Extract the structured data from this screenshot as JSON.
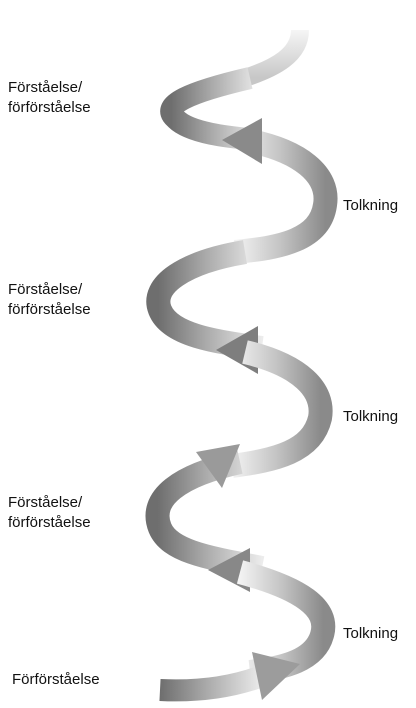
{
  "diagram": {
    "labels": {
      "forstaelse_1_line1": "Förståelse/",
      "forstaelse_1_line2": "förförståelse",
      "tolkning_1": "Tolkning",
      "forstaelse_2_line1": "Förståelse/",
      "forstaelse_2_line2": "förförståelse",
      "tolkning_2": "Tolkning",
      "forstaelse_3_line1": "Förståelse/",
      "forstaelse_3_line2": "förförståelse",
      "tolkning_3": "Tolkning",
      "forforstaelse": "Förförståelse"
    },
    "colors": {
      "ribbon_dark": "#7a7a7a",
      "ribbon_mid": "#b0b0b0",
      "ribbon_light": "#f2f2f2",
      "text": "#111111",
      "background": "#ffffff"
    }
  }
}
